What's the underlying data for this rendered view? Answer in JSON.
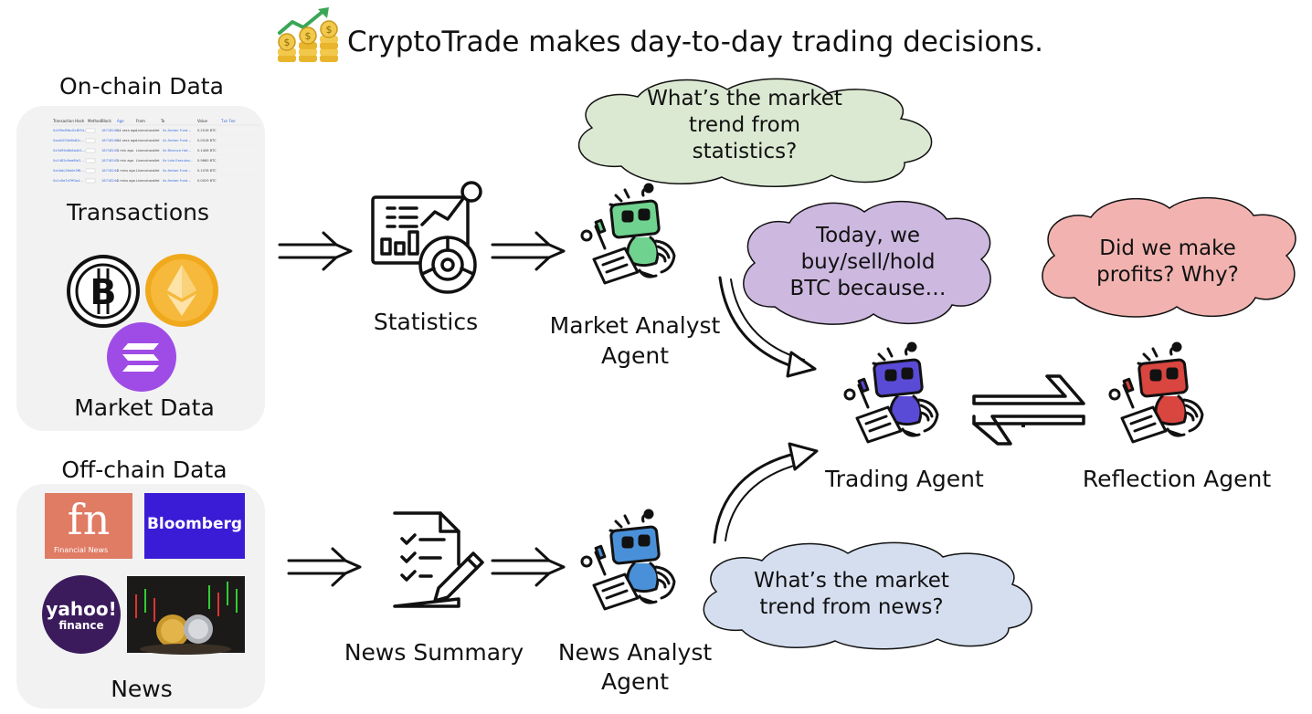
{
  "header": {
    "title": "CryptoTrade makes day-to-day trading decisions.",
    "icon": "money-growth-icon"
  },
  "onchain": {
    "heading": "On-chain Data",
    "transactions_label": "Transactions",
    "market_label": "Market Data",
    "coins": [
      "bitcoin-icon",
      "ethereum-icon",
      "solana-icon"
    ]
  },
  "offchain": {
    "heading": "Off-chain Data",
    "news_label": "News",
    "sources": [
      {
        "name": "fn",
        "caption": "Financial News",
        "color": "#e07b64"
      },
      {
        "name": "Bloomberg",
        "color": "#3a1cd6"
      },
      {
        "name": "yahoo!",
        "caption": "finance",
        "color": "#3b1b5c"
      }
    ]
  },
  "nodes": {
    "statistics": "Statistics",
    "news_summary": "News Summary",
    "market_analyst": [
      "Market Analyst",
      "Agent"
    ],
    "news_analyst": [
      "News Analyst",
      "Agent"
    ],
    "trading_agent": "Trading Agent",
    "reflection_agent": "Reflection Agent"
  },
  "clouds": {
    "market_trend": [
      "What’s the market",
      "trend from",
      "statistics?"
    ],
    "trading": [
      "Today, we",
      "buy/sell/hold",
      "BTC because…"
    ],
    "reflection": [
      "Did we make",
      "profits? Why?"
    ],
    "news_trend": [
      "What’s the market",
      "trend from news?"
    ]
  },
  "colors": {
    "market_robot": "#6fd38f",
    "news_robot": "#4a90d9",
    "trading_robot": "#5a4bd6",
    "reflection_robot": "#d9453f",
    "cloud_green": "#dbe9d2",
    "cloud_purple": "#cdb8e0",
    "cloud_red": "#f2b3b0",
    "cloud_blue": "#d5deef"
  }
}
